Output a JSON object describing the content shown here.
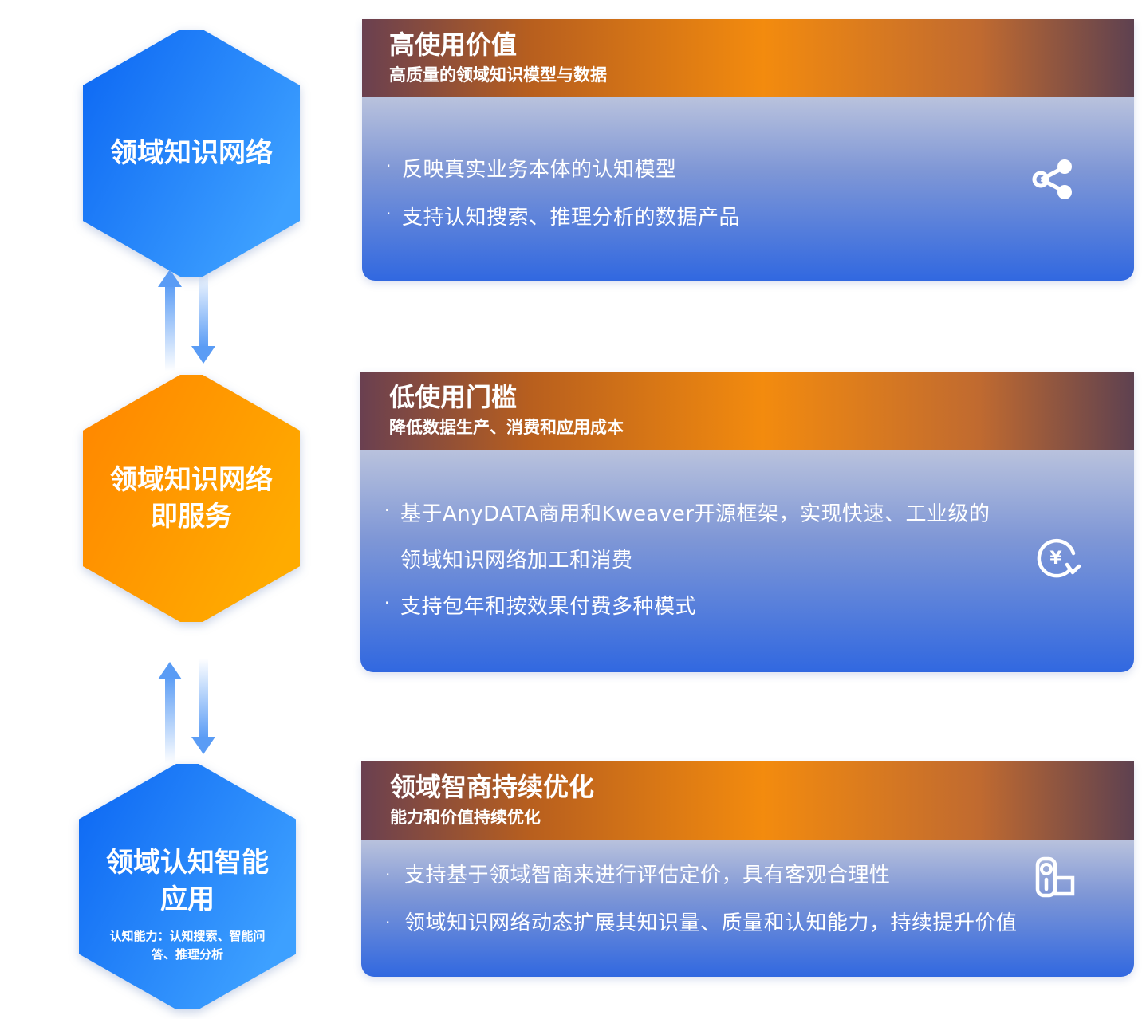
{
  "hexagons": [
    {
      "title": "领域知识网络",
      "subtitle": "",
      "color_start": "#0b66f3",
      "color_end": "#3da0ff"
    },
    {
      "title": "领域知识网络即服务",
      "subtitle": "",
      "color_start": "#ff8500",
      "color_end": "#ffab00"
    },
    {
      "title": "领域认知智能应用",
      "subtitle": "认知能力：认知搜索、智能问答、推理分析",
      "color_start": "#0b66f3",
      "color_end": "#3da0ff"
    }
  ],
  "cards": [
    {
      "title": "高使用价值",
      "subtitle": "高质量的领域知识模型与数据",
      "bullets": [
        "反映真实业务本体的认知模型",
        "支持认知搜索、推理分析的数据产品"
      ],
      "icon": "share-icon"
    },
    {
      "title": "低使用门槛",
      "subtitle": "降低数据生产、消费和应用成本",
      "bullets": [
        "基于AnyDATA商用和Kweaver开源框架，实现快速、工业级的领域知识网络加工和消费",
        "支持包年和按效果付费多种模式"
      ],
      "icon": "yen-refresh-icon"
    },
    {
      "title": "领域智商持续优化",
      "subtitle": "能力和价值持续优化",
      "bullets": [
        "支持基于领域智商来进行评估定价，具有客观合理性",
        "领域知识网络动态扩展其知识量、质量和认知能力，持续提升价值"
      ],
      "icon": "lock-badge-icon"
    }
  ],
  "colors": {
    "header_accent": "#f38b0e",
    "body_blue": "#3168e0",
    "arrow_blue": "#5a9cf5"
  }
}
